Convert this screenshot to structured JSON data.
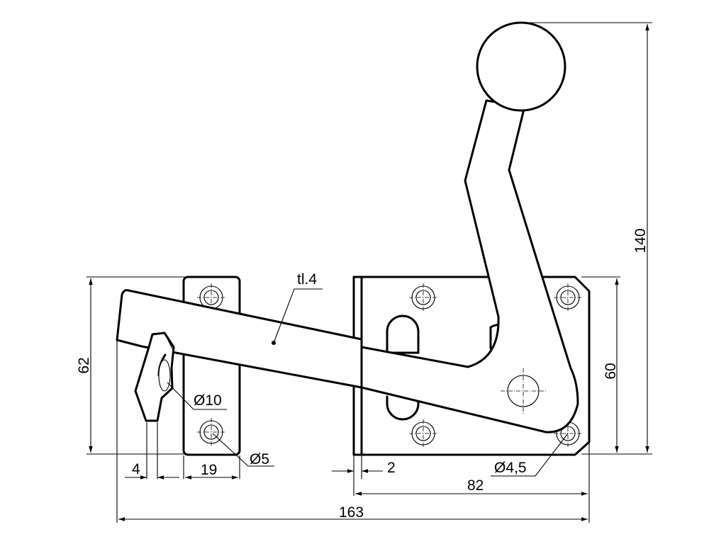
{
  "drawing": {
    "labels": {
      "thickness": "tl.4",
      "overall_height": "140",
      "plate_height": "60",
      "keeper_height": "62",
      "hole_large": "Ø10",
      "hole_keeper": "Ø5",
      "hole_plate": "Ø4,5",
      "handle_thickness": "4",
      "keeper_width": "19",
      "gap": "2",
      "plate_width": "82",
      "overall_width": "163"
    }
  }
}
